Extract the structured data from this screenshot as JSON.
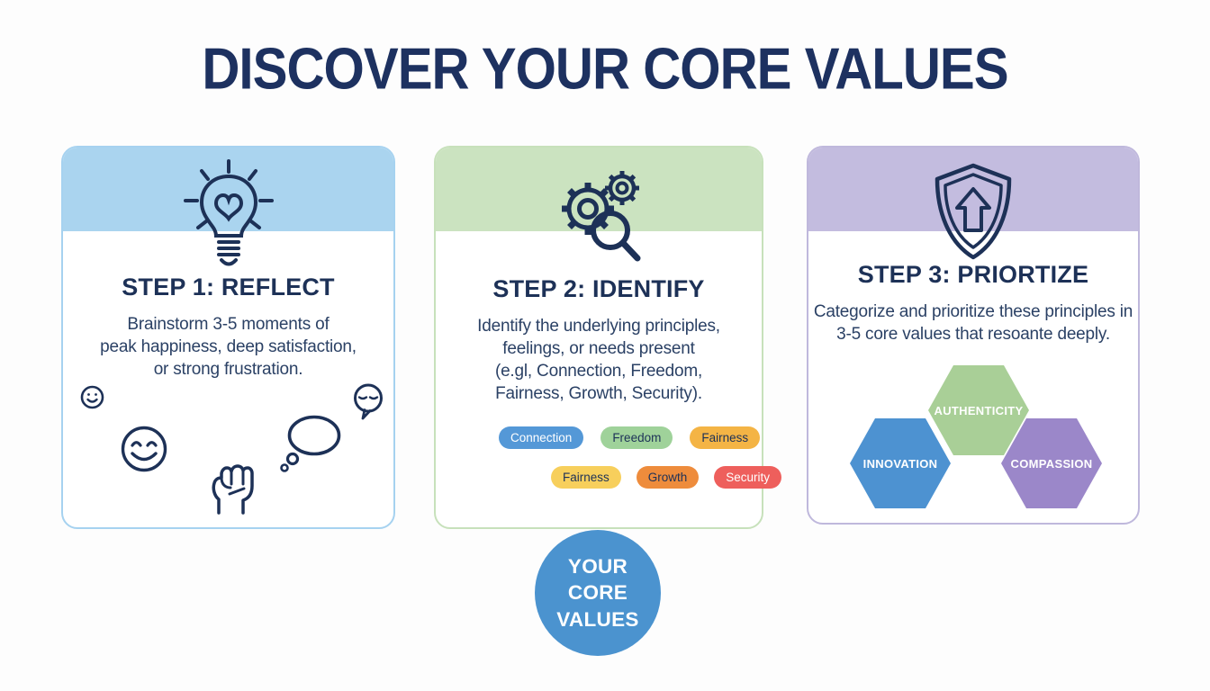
{
  "page": {
    "title": "DISCOVER YOUR CORE VALUES",
    "title_color": "#1d3160",
    "background": "#fdfdfd"
  },
  "icon_color": "#1d3157",
  "steps": [
    {
      "heading": "STEP 1: REFLECT",
      "body_lines": [
        "Brainstorm 3-5 moments of",
        "peak happiness, deep satisfaction,",
        "or strong frustration."
      ],
      "header_color": "#aad4ef",
      "border_color": "#a6d2f0",
      "header_icon": "lightbulb-heart-icon",
      "decor_icons": [
        "smiley-small-icon",
        "speech-bubble-icon",
        "smiley-large-icon",
        "fist-icon",
        "thought-bubble-icon"
      ]
    },
    {
      "heading": "STEP 2: IDENTIFY",
      "body_lines": [
        "Identify the underlying principles,",
        "feelings, or needs present",
        "(e.gl, Connection, Freedom,",
        "Fairness, Growth, Security)."
      ],
      "header_color": "#cbe3c0",
      "border_color": "#c7e1bb",
      "header_icon": "gears-magnifier-icon",
      "tags": [
        {
          "label": "Connection",
          "bg": "#5498d7",
          "text_color": "#ffffff"
        },
        {
          "label": "Freedom",
          "bg": "#9fd29a",
          "text_color": "#1d3157"
        },
        {
          "label": "Fairness",
          "bg": "#f4b445",
          "text_color": "#1d3157"
        },
        {
          "label": "Fairness",
          "bg": "#f7cf5c",
          "text_color": "#1d3157"
        },
        {
          "label": "Growth",
          "bg": "#ee8c3c",
          "text_color": "#1d3157"
        },
        {
          "label": "Security",
          "bg": "#ee5f5c",
          "text_color": "#ffffff"
        }
      ]
    },
    {
      "heading": "STEP 3: PRIORTIZE",
      "body_lines": [
        "Categorize and prioritize these principles in",
        "3-5 core values that resoante deeply."
      ],
      "header_color": "#c3bcdf",
      "border_color": "#bfb8dc",
      "header_icon": "shield-arrow-icon",
      "hexagons": [
        {
          "label": "AUTHENTICITY",
          "color": "#a9cf97"
        },
        {
          "label": "INNOVATION",
          "color": "#4d92d1"
        },
        {
          "label": "COMPASSION",
          "color": "#9b87c9"
        }
      ]
    }
  ],
  "core_circle": {
    "label": "YOUR CORE VALUES",
    "color": "#4b93cf",
    "text_color": "#ffffff"
  }
}
